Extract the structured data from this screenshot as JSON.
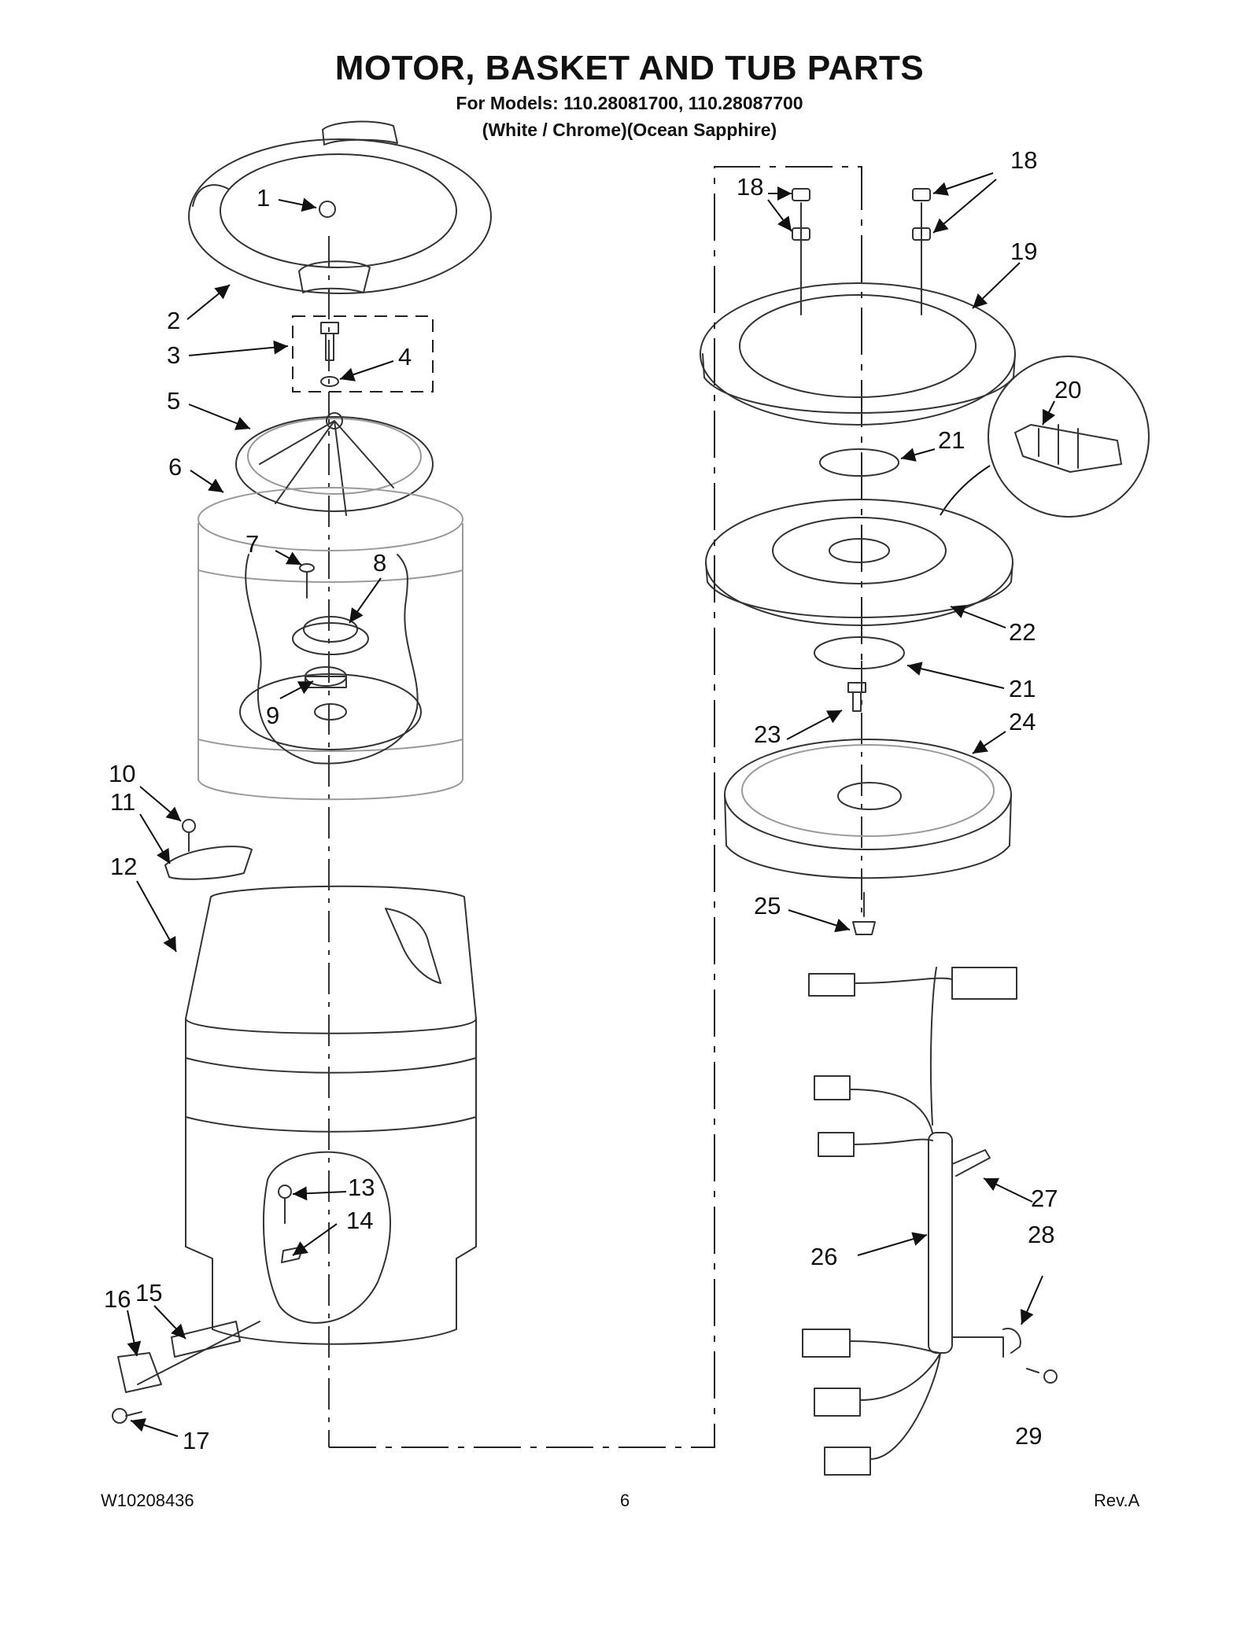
{
  "header": {
    "title": "MOTOR, BASKET AND TUB PARTS",
    "models": "For Models: 110.28081700, 110.28087700",
    "finish": "(White / Chrome)(Ocean Sapphire)"
  },
  "callouts": {
    "c1": "1",
    "c2": "2",
    "c3": "3",
    "c4": "4",
    "c5": "5",
    "c6": "6",
    "c7": "7",
    "c8": "8",
    "c9": "9",
    "c10": "10",
    "c11": "11",
    "c12": "12",
    "c13": "13",
    "c14": "14",
    "c15": "15",
    "c16": "16",
    "c17": "17",
    "c18a": "18",
    "c18b": "18",
    "c19": "19",
    "c20": "20",
    "c21a": "21",
    "c21b": "21",
    "c22": "22",
    "c23": "23",
    "c24": "24",
    "c25": "25",
    "c26": "26",
    "c27": "27",
    "c28": "28",
    "c29": "29"
  },
  "footer": {
    "doc_number": "W10208436",
    "page": "6",
    "revision": "Rev.A"
  }
}
